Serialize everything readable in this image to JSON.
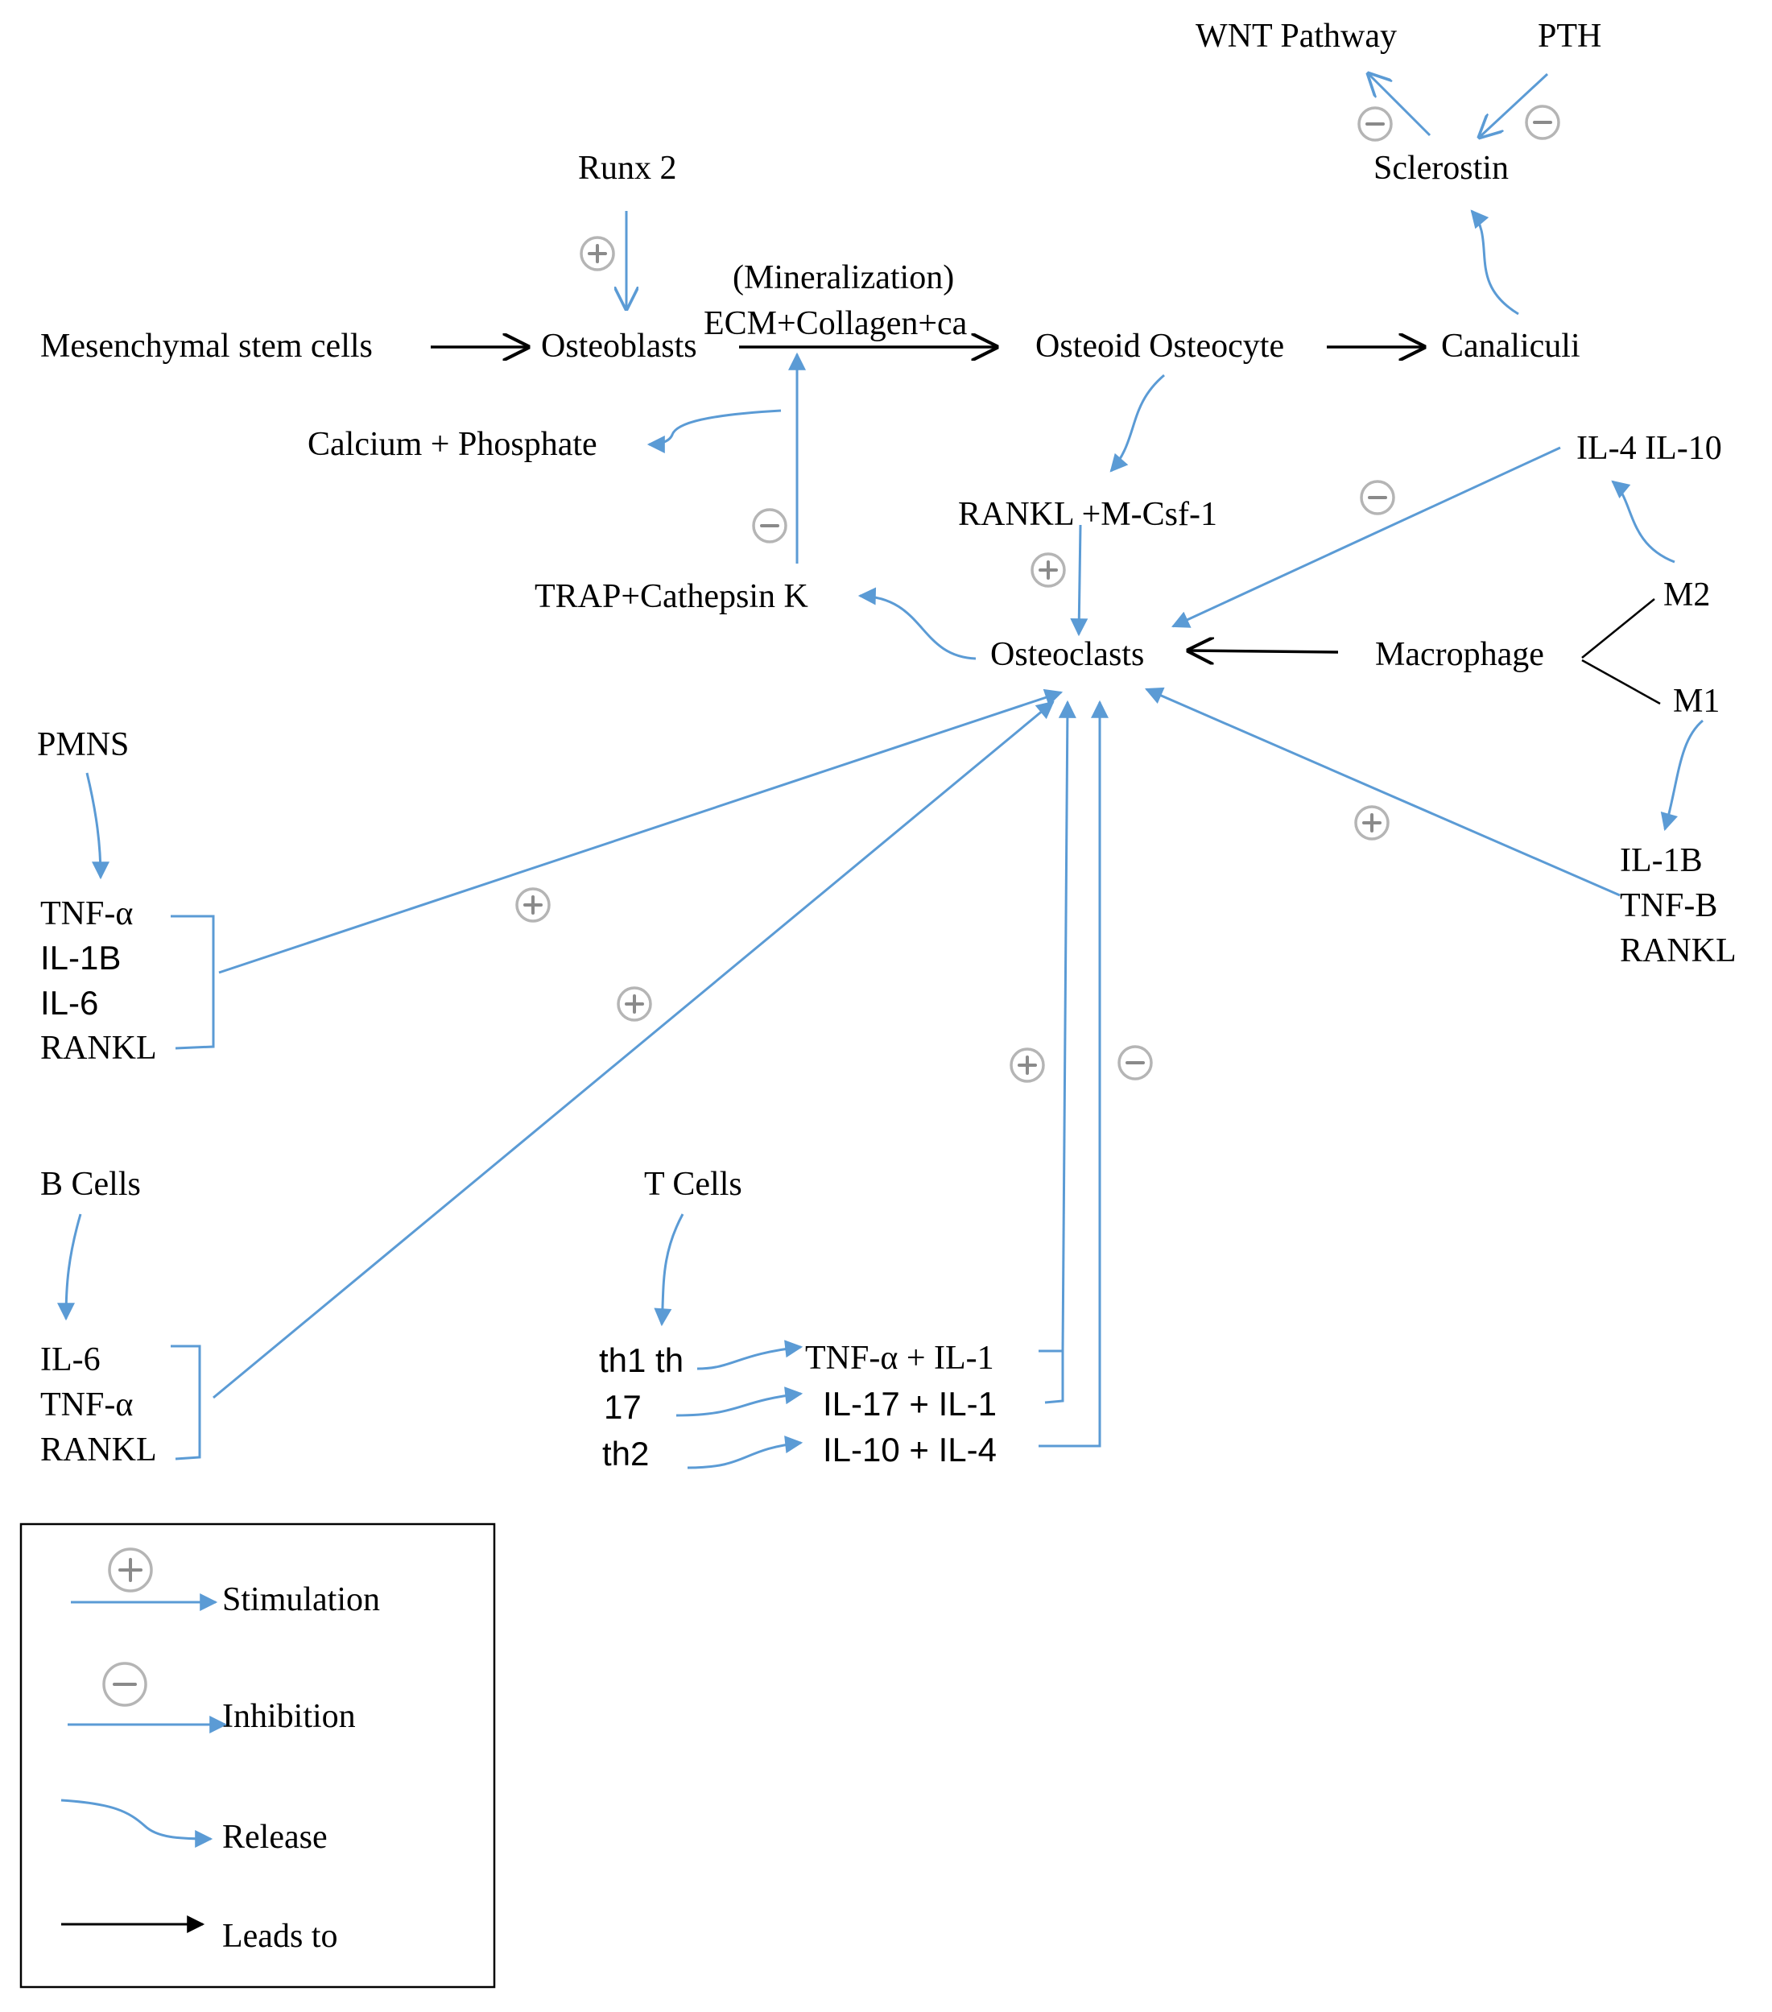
{
  "colors": {
    "stimulation": "#5b9bd5",
    "leads_to": "#000000",
    "sign": "#8a8a8a"
  },
  "nodes": {
    "wnt_pathway": "WNT Pathway",
    "pth": "PTH",
    "sclerostin": "Sclerostin",
    "runx2": "Runx 2",
    "mineralization": "(Mineralization)",
    "ecm": "ECM+Collagen+ca",
    "msc": "Mesenchymal stem cells",
    "osteoblasts": "Osteoblasts",
    "osteoid_osteocyte": "Osteoid Osteocyte",
    "canaliculi": "Canaliculi",
    "calcium_phosphate": "Calcium + Phosphate",
    "il4_il10": "IL-4 IL-10",
    "rankl_mcsf": "RANKL +M-Csf-1",
    "trap_cathepsin": "TRAP+Cathepsin K",
    "osteoclasts": "Osteoclasts",
    "macrophage": "Macrophage",
    "m2": "M2",
    "m1": "M1",
    "m1_products": [
      "IL-1B",
      "TNF-B",
      "RANKL"
    ],
    "pmns": "PMNS",
    "pmns_products": [
      "TNF-α",
      "IL-1B",
      "IL-6",
      "RANKL"
    ],
    "b_cells": "B Cells",
    "b_products": [
      "IL-6",
      "TNF-α",
      "RANKL"
    ],
    "t_cells": "T Cells",
    "t_subsets": [
      "th1 th",
      "17",
      "th2"
    ],
    "t_products": [
      "TNF-α + IL-1",
      "IL-17 + IL-1",
      "IL-10 + IL-4"
    ]
  },
  "legend": {
    "stimulation": "Stimulation",
    "inhibition": "Inhibition",
    "release": "Release",
    "leads_to": "Leads to"
  }
}
